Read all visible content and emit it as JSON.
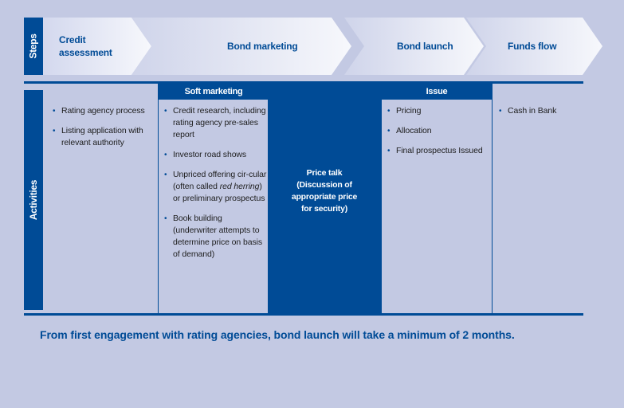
{
  "colors": {
    "background": "#c3c9e3",
    "brand_blue": "#004b96",
    "arrow_light": "#f3f4fa",
    "arrow_dark": "#cfd4ea"
  },
  "steps": {
    "label": "Steps",
    "items": [
      {
        "label": "Credit\nassessment"
      },
      {
        "label": "Bond marketing"
      },
      {
        "label": "Bond launch"
      },
      {
        "label": "Funds flow"
      }
    ]
  },
  "activities": {
    "label": "Activities",
    "columns": [
      {
        "header": "",
        "bullets": [
          "Rating agency process",
          "Listing application with relevant authority"
        ]
      },
      {
        "header": "Soft marketing",
        "bullets": [
          "Credit research, including rating agency pre-sales report",
          "Investor road shows",
          "Unpriced offering circular (often called red herring) or preliminary prospectus",
          "Book building (underwriter attempts to determine price on basis of demand)"
        ]
      },
      {
        "header": "",
        "highlight": "Price talk\n(Discussion of appropriate price for security)"
      },
      {
        "header": "Issue",
        "bullets": [
          "Pricing",
          "Allocation",
          "Final prospectus Issued"
        ]
      },
      {
        "header": "",
        "bullets": [
          "Cash in Bank"
        ]
      }
    ]
  },
  "soft_marketing_bullet_3": {
    "before_italic": "Unpriced offering cir-cular (often called ",
    "italic": "red herring",
    "after_italic": ") or preliminary prospectus"
  },
  "price_talk": {
    "line1": "Price talk",
    "line2": "(Discussion of",
    "line3": "appropriate price",
    "line4": "for security)"
  },
  "footer_note": "From first engagement with rating agencies, bond launch will take a minimum of 2 months."
}
